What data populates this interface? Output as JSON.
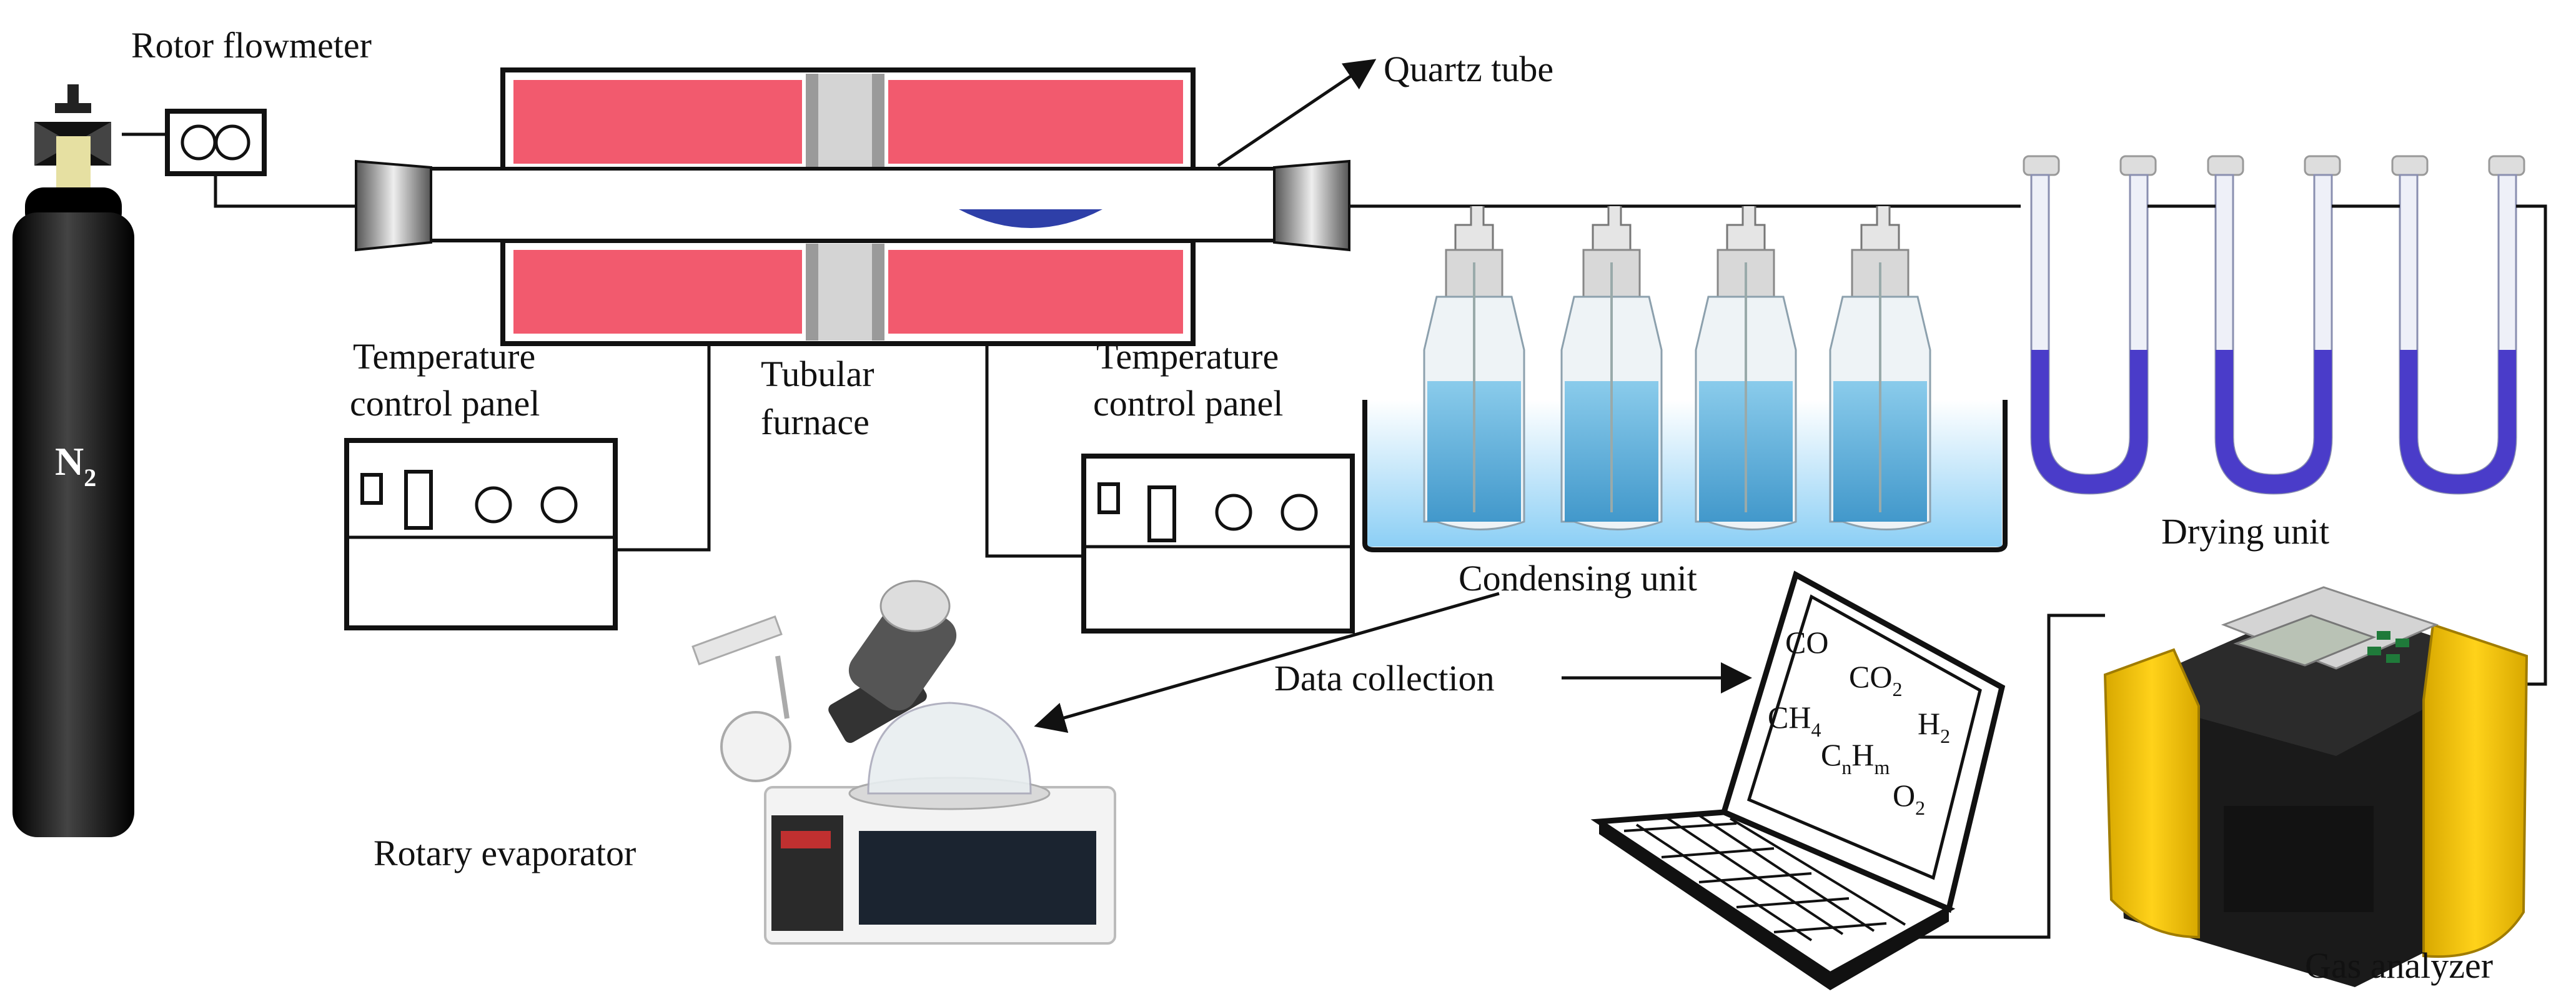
{
  "labels": {
    "rotor_flowmeter": "Rotor flowmeter",
    "quartz_tube": "Quartz tube",
    "gas_cylinder": "N",
    "gas_cylinder_sub": "2",
    "temp_panel_left_1": "Temperature",
    "temp_panel_left_2": "control panel",
    "tubular_furnace_1": "Tubular",
    "tubular_furnace_2": "furnace",
    "temp_panel_right_1": "Temperature",
    "temp_panel_right_2": "control panel",
    "condensing_unit": "Condensing unit",
    "drying_unit": "Drying unit",
    "data_collection": "Data collection",
    "rotary_evaporator": "Rotary evaporator",
    "gas_analyzer": "Gas analyzer"
  },
  "screen_gases": {
    "co": "CO",
    "co2": "CO",
    "co2_sub": "2",
    "ch4": "CH",
    "ch4_sub": "4",
    "h2": "H",
    "h2_sub": "2",
    "cnhm_c": "C",
    "cnhm_n": "n",
    "cnhm_h": "H",
    "cnhm_m": "m",
    "o2": "O",
    "o2_sub": "2"
  },
  "colors": {
    "furnace_heater": "#f25a6e",
    "coolant_bath": "#bfe3f8",
    "sample_boat": "#2e3fa8",
    "drying_agent": "#4a3cc9",
    "analyzer_body": "#f2c500"
  }
}
